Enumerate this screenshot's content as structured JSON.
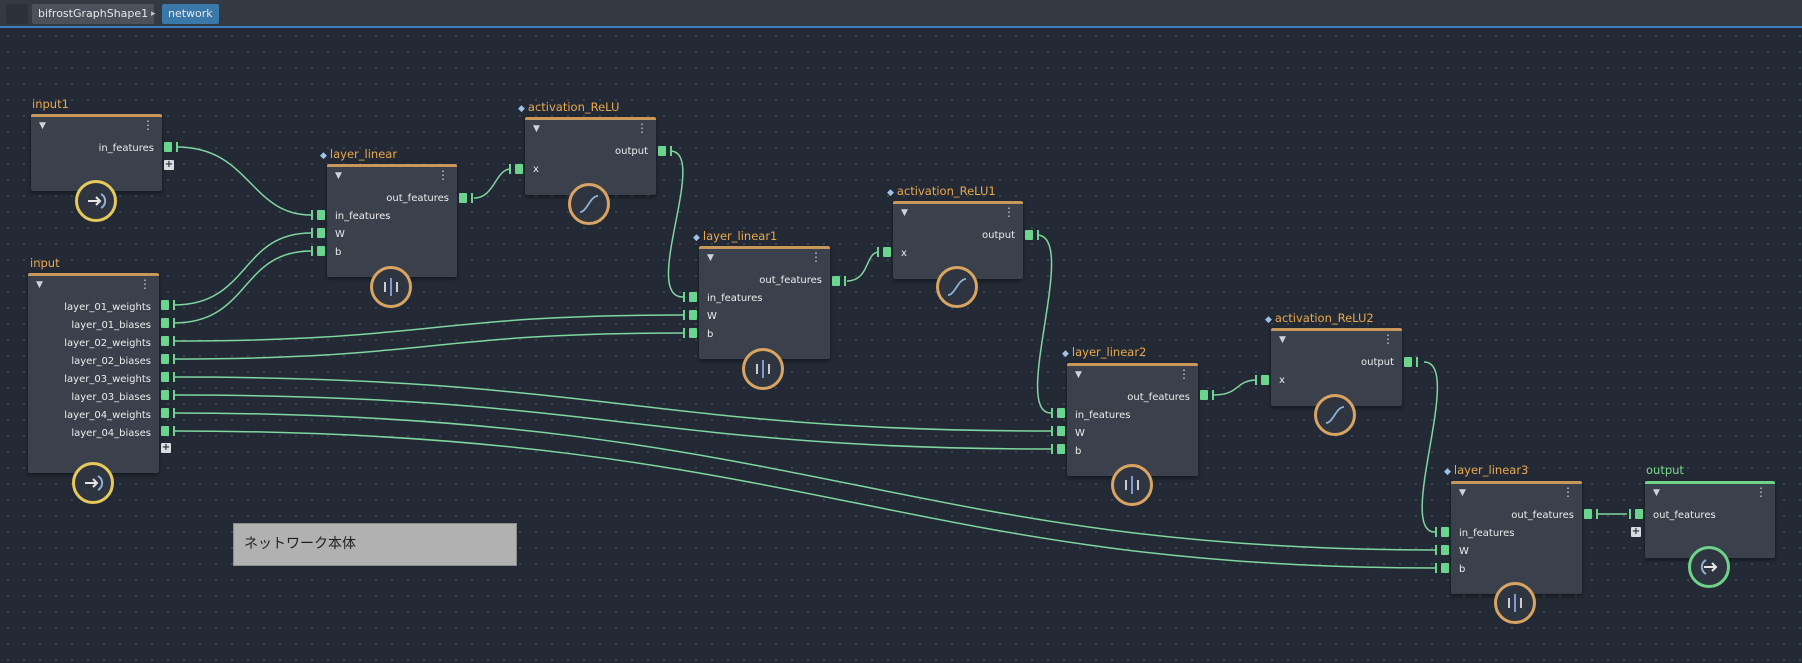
{
  "breadcrumb": {
    "items": [
      "bifrostGraphShape1",
      "network"
    ],
    "separator": "▸"
  },
  "colors": {
    "background": "#232a35",
    "node_body": "#3a414c",
    "node_accent": "#c9975a",
    "output_accent": "#6fd287",
    "port": "#6bd48d",
    "wire": "#7fd6a0",
    "title": "#e9a84e"
  },
  "nodes": {
    "input1": {
      "title": "input1",
      "ports_out": [
        "in_features"
      ],
      "icon": "arrow-right-icon"
    },
    "input": {
      "title": "input",
      "ports_out": [
        "layer_01_weights",
        "layer_01_biases",
        "layer_02_weights",
        "layer_02_biases",
        "layer_03_weights",
        "layer_03_biases",
        "layer_04_weights",
        "layer_04_biases"
      ],
      "icon": "arrow-right-icon"
    },
    "layer_linear": {
      "title": "layer_linear",
      "port_out": "out_features",
      "ports_in": [
        "in_features",
        "W",
        "b"
      ],
      "icon": "bars-icon"
    },
    "activation_ReLU": {
      "title": "activation_ReLU",
      "port_out": "output",
      "ports_in": [
        "x"
      ],
      "icon": "sigmoid-curve-icon"
    },
    "layer_linear1": {
      "title": "layer_linear1",
      "port_out": "out_features",
      "ports_in": [
        "in_features",
        "W",
        "b"
      ],
      "icon": "bars-icon"
    },
    "activation_ReLU1": {
      "title": "activation_ReLU1",
      "port_out": "output",
      "ports_in": [
        "x"
      ],
      "icon": "sigmoid-curve-icon"
    },
    "layer_linear2": {
      "title": "layer_linear2",
      "port_out": "out_features",
      "ports_in": [
        "in_features",
        "W",
        "b"
      ],
      "icon": "bars-icon"
    },
    "activation_ReLU2": {
      "title": "activation_ReLU2",
      "port_out": "output",
      "ports_in": [
        "x"
      ],
      "icon": "sigmoid-curve-icon"
    },
    "layer_linear3": {
      "title": "layer_linear3",
      "port_out": "out_features",
      "ports_in": [
        "in_features",
        "W",
        "b"
      ],
      "icon": "bars-icon"
    },
    "output": {
      "title": "output",
      "ports_in": [
        "out_features"
      ],
      "icon": "arrow-out-icon"
    }
  },
  "comment": {
    "text": "ネットワーク本体"
  }
}
